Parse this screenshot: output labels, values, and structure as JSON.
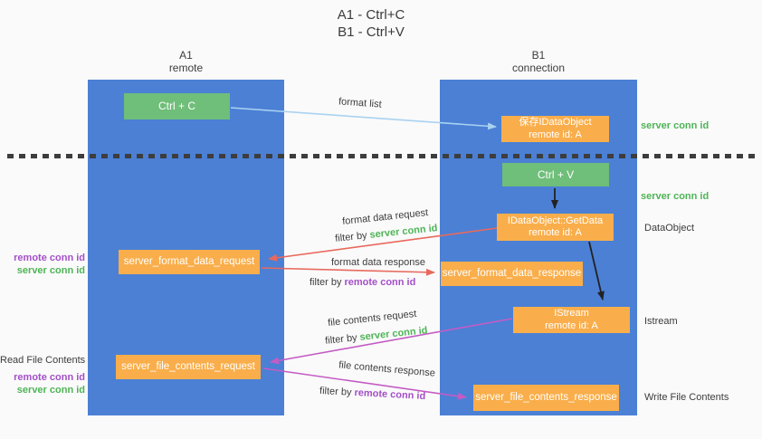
{
  "title": {
    "line1": "A1 - Ctrl+C",
    "line2": "B1 - Ctrl+V"
  },
  "columns": {
    "left": {
      "id": "A1",
      "role": "remote"
    },
    "right": {
      "id": "B1",
      "role": "connection"
    }
  },
  "nodes": {
    "ctrl_c": "Ctrl + C",
    "ctrl_v": "Ctrl + V",
    "save_dataobject": {
      "line1": "保存IDataObject",
      "line2": "remote id: A"
    },
    "getdata": {
      "line1": "IDataObject::GetData",
      "line2": "remote id: A"
    },
    "istream": {
      "line1": "IStream",
      "line2": "remote id: A"
    },
    "format_request": "server_format_data_request",
    "format_response": "server_format_data_response",
    "file_request": "server_file_contents_request",
    "file_response": "server_file_contents_response"
  },
  "flow_labels": {
    "format_list": "format list",
    "format_data_request": "format data request",
    "format_data_response": "format data response",
    "file_contents_request": "file contents request",
    "file_contents_response": "file contents response",
    "filter_by": "filter by",
    "server_conn_id": "server conn id",
    "remote_conn_id": "remote conn id"
  },
  "side_labels": {
    "server_conn_id_top": "server conn id",
    "server_conn_id_mid": "server conn id",
    "dataobject": "DataObject",
    "istream": "Istream",
    "write_file_contents": "Write File Contents",
    "read_file_contents": "Read File Contents",
    "remote_conn_id_format": "remote conn id",
    "server_conn_id_format": "server conn id",
    "remote_conn_id_file": "remote conn id",
    "server_conn_id_file": "server conn id"
  },
  "colors": {
    "background": "#fafafa",
    "column_blue": "#4b80d5",
    "box_green": "#6fbe79",
    "box_orange": "#f9ae4b",
    "label_green": "#4eb456",
    "label_purple": "#a44fc8",
    "arrow_red": "#e8695c",
    "arrow_magenta": "#c45cc4",
    "arrow_blue": "#a9d2f0",
    "arrow_black": "#222222",
    "dotted_line": "#3d3d3d"
  }
}
